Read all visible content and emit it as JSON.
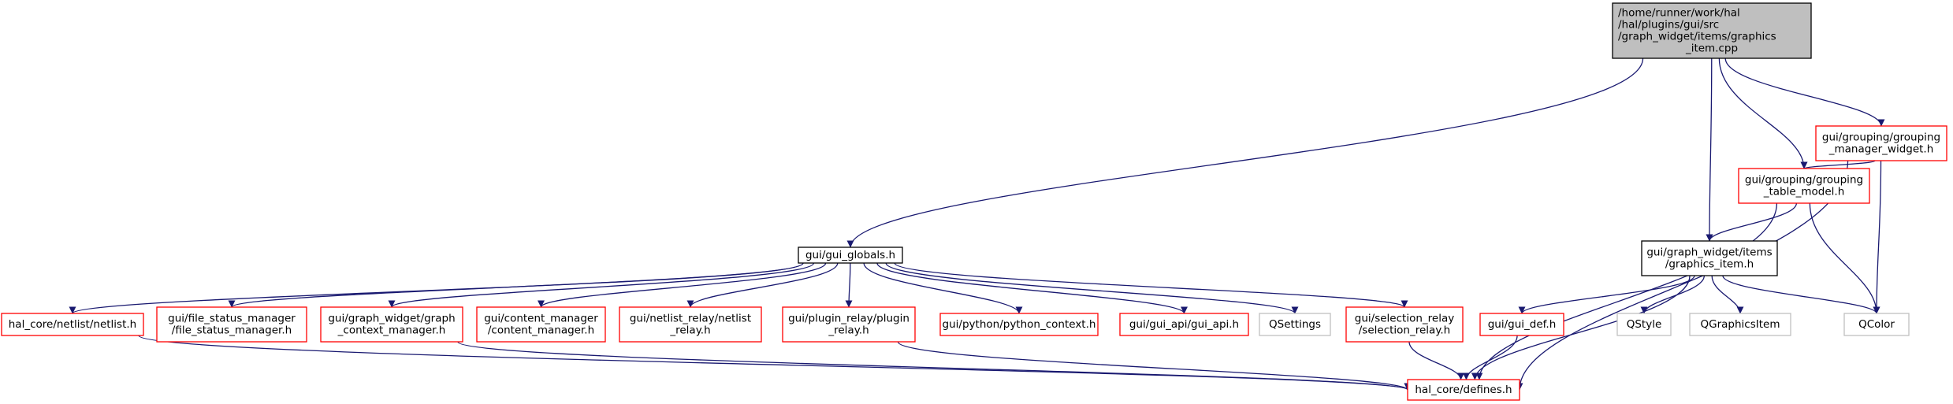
{
  "colors": {
    "root_fill": "#bfbfbf",
    "root_border": "#000000",
    "plain_border": "#000000",
    "missing_border": "#ff0000",
    "external_border": "#bfbfbf",
    "external_text": "#000000",
    "edge": "#191970"
  },
  "nodes": [
    {
      "id": "graphics_item_cpp",
      "kind": "root",
      "lines": [
        "/home/runner/work/hal",
        "/hal/plugins/gui/src",
        "/graph_widget/items/graphics",
        "_item.cpp"
      ]
    },
    {
      "id": "gui_globals",
      "kind": "plain",
      "lines": [
        "gui/gui_globals.h"
      ]
    },
    {
      "id": "grouping_manager_widget",
      "kind": "missing",
      "lines": [
        "gui/grouping/grouping",
        "_manager_widget.h"
      ]
    },
    {
      "id": "grouping_table_model",
      "kind": "missing",
      "lines": [
        "gui/grouping/grouping",
        "_table_model.h"
      ]
    },
    {
      "id": "graphics_item_h",
      "kind": "plain",
      "lines": [
        "gui/graph_widget/items",
        "/graphics_item.h"
      ]
    },
    {
      "id": "netlist",
      "kind": "missing",
      "lines": [
        "hal_core/netlist/netlist.h"
      ]
    },
    {
      "id": "file_status_manager",
      "kind": "missing",
      "lines": [
        "gui/file_status_manager",
        "/file_status_manager.h"
      ]
    },
    {
      "id": "graph_context_manager",
      "kind": "missing",
      "lines": [
        "gui/graph_widget/graph",
        "_context_manager.h"
      ]
    },
    {
      "id": "content_manager",
      "kind": "missing",
      "lines": [
        "gui/content_manager",
        "/content_manager.h"
      ]
    },
    {
      "id": "netlist_relay",
      "kind": "missing",
      "lines": [
        "gui/netlist_relay/netlist",
        "_relay.h"
      ]
    },
    {
      "id": "plugin_relay",
      "kind": "missing",
      "lines": [
        "gui/plugin_relay/plugin",
        "_relay.h"
      ]
    },
    {
      "id": "python_context",
      "kind": "missing",
      "lines": [
        "gui/python/python_context.h"
      ]
    },
    {
      "id": "gui_api",
      "kind": "missing",
      "lines": [
        "gui/gui_api/gui_api.h"
      ]
    },
    {
      "id": "qsettings",
      "kind": "external",
      "lines": [
        "QSettings"
      ]
    },
    {
      "id": "selection_relay",
      "kind": "missing",
      "lines": [
        "gui/selection_relay",
        "/selection_relay.h"
      ]
    },
    {
      "id": "gui_def",
      "kind": "missing",
      "lines": [
        "gui/gui_def.h"
      ]
    },
    {
      "id": "qstyle",
      "kind": "external",
      "lines": [
        "QStyle"
      ]
    },
    {
      "id": "qgraphicsitem",
      "kind": "external",
      "lines": [
        "QGraphicsItem"
      ]
    },
    {
      "id": "qcolor",
      "kind": "external",
      "lines": [
        "QColor"
      ]
    },
    {
      "id": "defines",
      "kind": "missing",
      "lines": [
        "hal_core/defines.h"
      ]
    }
  ],
  "edges": [
    {
      "from": "graphics_item_cpp",
      "to": "gui_globals"
    },
    {
      "from": "graphics_item_cpp",
      "to": "graphics_item_h"
    },
    {
      "from": "graphics_item_cpp",
      "to": "grouping_table_model"
    },
    {
      "from": "graphics_item_cpp",
      "to": "grouping_manager_widget"
    },
    {
      "from": "grouping_manager_widget",
      "to": "grouping_table_model"
    },
    {
      "from": "grouping_manager_widget",
      "to": "qcolor"
    },
    {
      "from": "grouping_manager_widget",
      "to": "defines"
    },
    {
      "from": "grouping_table_model",
      "to": "graphics_item_h"
    },
    {
      "from": "grouping_table_model",
      "to": "qcolor"
    },
    {
      "from": "grouping_table_model",
      "to": "defines"
    },
    {
      "from": "graphics_item_h",
      "to": "gui_def"
    },
    {
      "from": "graphics_item_h",
      "to": "qstyle"
    },
    {
      "from": "graphics_item_h",
      "to": "qgraphicsitem"
    },
    {
      "from": "graphics_item_h",
      "to": "qcolor"
    },
    {
      "from": "graphics_item_h",
      "to": "defines"
    },
    {
      "from": "gui_globals",
      "to": "netlist"
    },
    {
      "from": "gui_globals",
      "to": "file_status_manager"
    },
    {
      "from": "gui_globals",
      "to": "graph_context_manager"
    },
    {
      "from": "gui_globals",
      "to": "content_manager"
    },
    {
      "from": "gui_globals",
      "to": "netlist_relay"
    },
    {
      "from": "gui_globals",
      "to": "plugin_relay"
    },
    {
      "from": "gui_globals",
      "to": "python_context"
    },
    {
      "from": "gui_globals",
      "to": "gui_api"
    },
    {
      "from": "gui_globals",
      "to": "qsettings"
    },
    {
      "from": "gui_globals",
      "to": "selection_relay"
    },
    {
      "from": "netlist",
      "to": "defines"
    },
    {
      "from": "graph_context_manager",
      "to": "defines"
    },
    {
      "from": "plugin_relay",
      "to": "defines"
    },
    {
      "from": "selection_relay",
      "to": "defines"
    },
    {
      "from": "gui_def",
      "to": "defines"
    }
  ]
}
